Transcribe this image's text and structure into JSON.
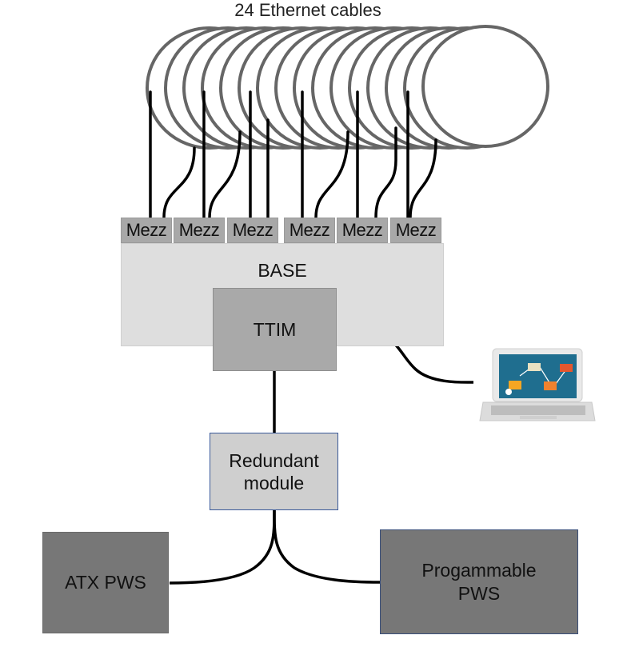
{
  "title": "24 Ethernet cables",
  "mezz_labels": [
    "Mezz",
    "Mezz",
    "Mezz",
    "Mezz",
    "Mezz",
    "Mezz"
  ],
  "base_label": "BASE",
  "ttim_label": "TTIM",
  "redundant_label": "Redundant module",
  "atx_label": "ATX PWS",
  "prog_label": "Progammable PWS",
  "icons": {
    "cable_coils": "cable-coil-icon",
    "laptop": "laptop-icon"
  },
  "colors": {
    "base": "#dedede",
    "mezz": "#a8a8a8",
    "ttim": "#a9a9a9",
    "redundant": "#cfcfcf",
    "power_supply": "#777777",
    "wire": "#000000",
    "coil_stroke": "#666666",
    "laptop_screen": "#1f6e8f"
  }
}
